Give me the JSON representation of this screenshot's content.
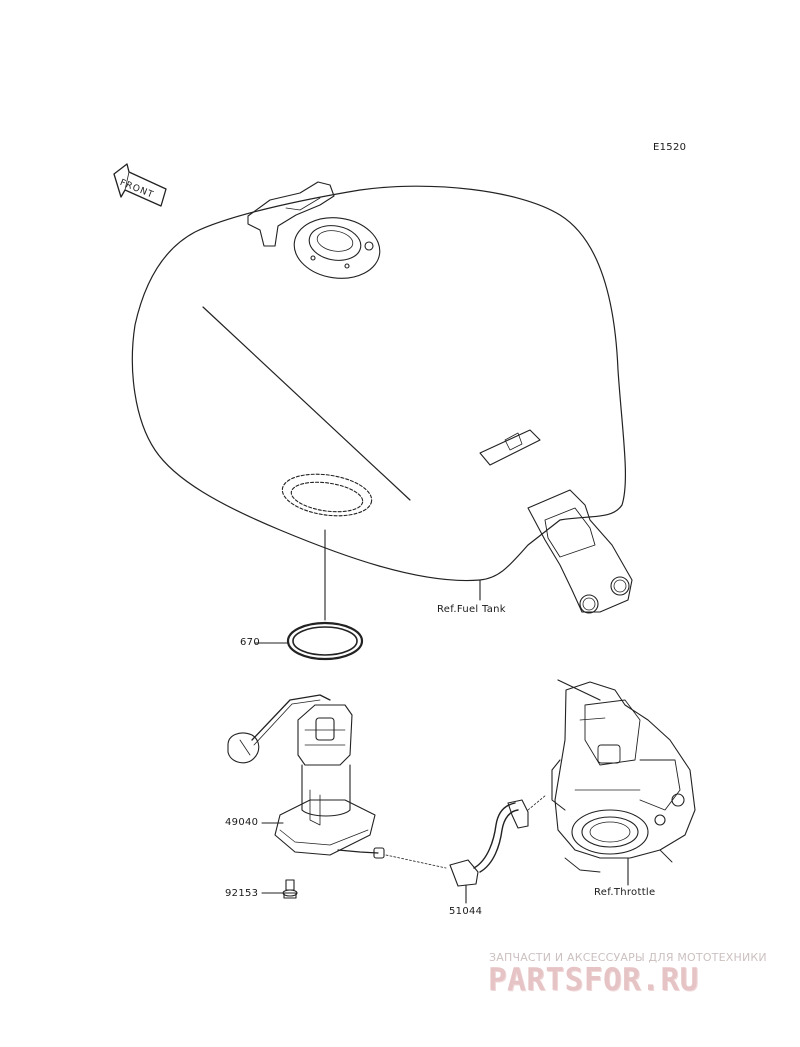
{
  "diagram": {
    "code": "E1520",
    "front_label": "FRONT",
    "parts": [
      {
        "number": "670"
      },
      {
        "number": "49040"
      },
      {
        "number": "92153"
      },
      {
        "number": "51044"
      }
    ],
    "references": {
      "fuel_tank": "Ref.Fuel Tank",
      "throttle": "Ref.Throttle"
    }
  },
  "watermark": {
    "caption": "ЗАПЧАСТИ И АКСЕССУАРЫ ДЛЯ МОТОТЕХНИКИ",
    "brand": "PARTSFOR.RU"
  },
  "colors": {
    "line": "#222222",
    "watermark_text": "#ccc0c0",
    "watermark_brand": "#e6c4c6"
  }
}
